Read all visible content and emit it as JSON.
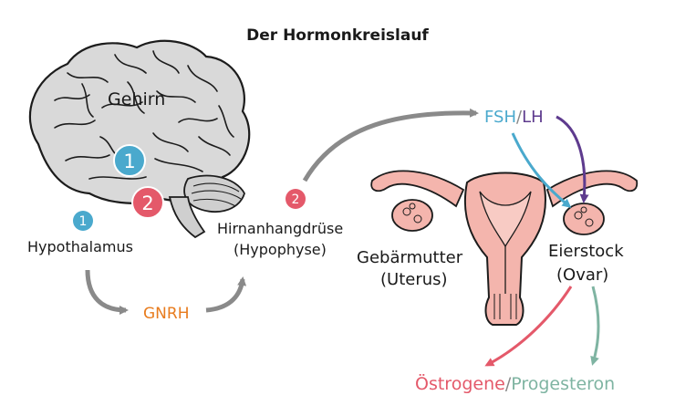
{
  "title": "Der Hormonkreislauf",
  "brain_label": "Gehirn",
  "hypothalamus_label": "Hypothalamus",
  "gnrh_label": "GNRH",
  "pituitary_line1": "Hirnanhangdrüse",
  "pituitary_line2": "(Hypophyse)",
  "fsh_label": "FSH",
  "lh_label": "LH",
  "separator": "/",
  "uterus_line1": "Gebärmutter",
  "uterus_line2": "(Uterus)",
  "ovary_line1": "Eierstock",
  "ovary_line2": "(Ovar)",
  "estrogen_label": "Östrogene",
  "progesterone_label": "Progesteron",
  "badges": {
    "one": "1",
    "two": "2"
  },
  "colors": {
    "fsh": "#4aa9cd",
    "lh": "#5e3b8e",
    "gnrh": "#e87c1e",
    "estrogen": "#e4596a",
    "progesterone": "#7fb4a2",
    "badge_blue": "#4aa9cd",
    "badge_red": "#e4596a",
    "arrow_gray": "#8a8a8a",
    "organ_pink": "#f4b5ad"
  }
}
